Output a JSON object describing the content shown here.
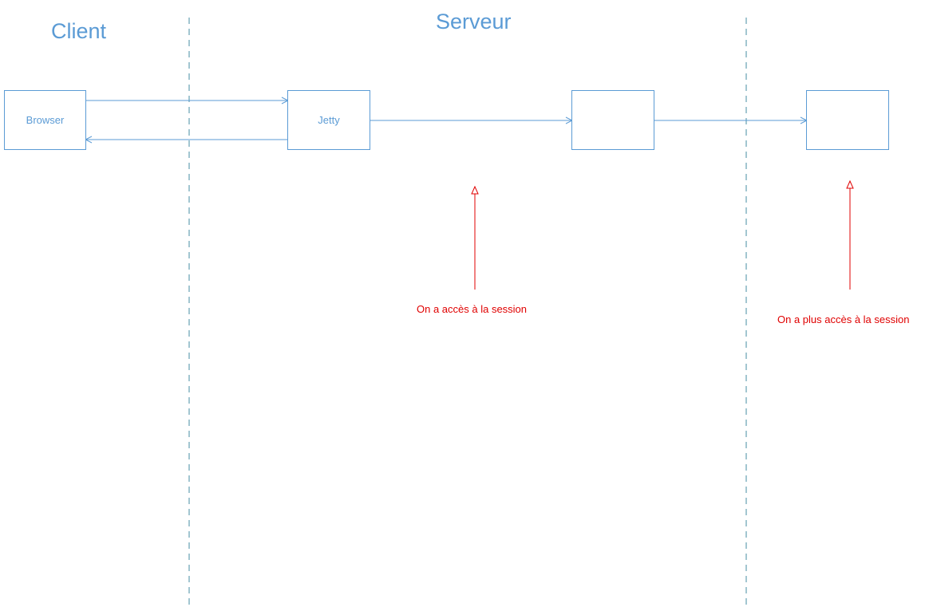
{
  "zones": {
    "client_label": "Client",
    "server_label": "Serveur"
  },
  "nodes": {
    "browser": "Browser",
    "jetty": "Jetty",
    "component_3": "",
    "component_4": ""
  },
  "notes": {
    "session_access": "On a accès à la session",
    "no_session_access": "On a plus accès à la session"
  },
  "colors": {
    "primary": "#5B9BD5",
    "divider": "#70A8B8",
    "annotation": "#E00000"
  }
}
